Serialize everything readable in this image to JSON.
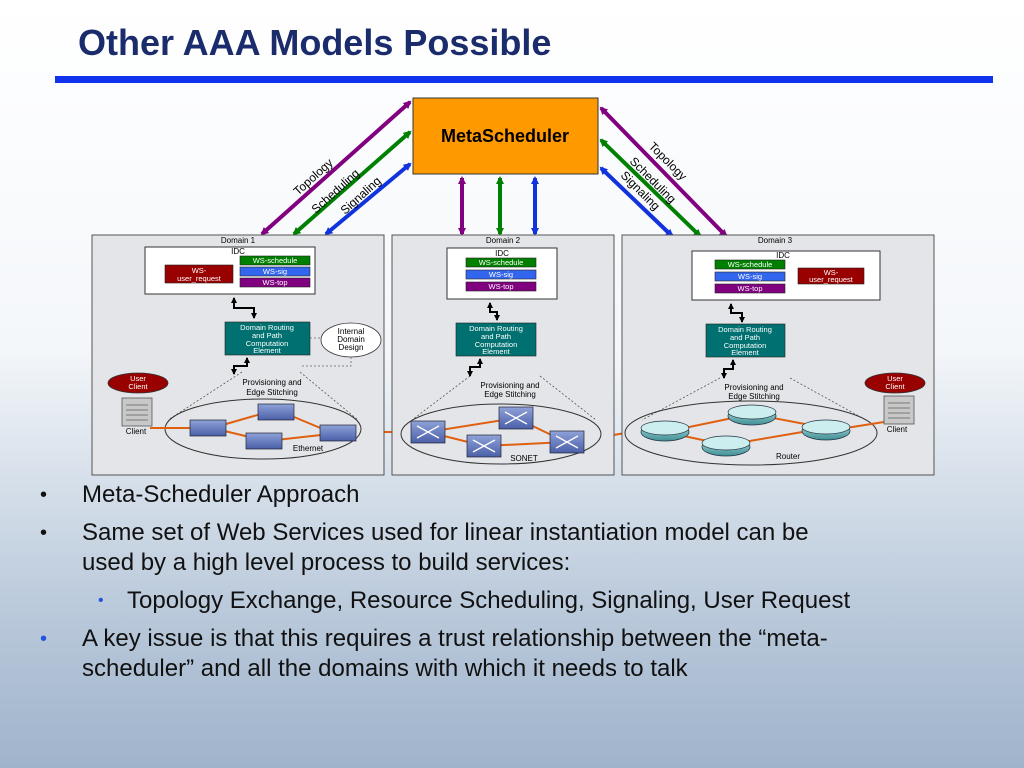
{
  "title": "Other AAA Models Possible",
  "diagram": {
    "metascheduler": "MetaScheduler",
    "left_labels": [
      "Topology",
      "Scheduling",
      "Signaling"
    ],
    "right_labels": [
      "Topology",
      "Scheduling",
      "Signaling"
    ],
    "domains": [
      {
        "name": "Domain 1",
        "idc": "IDC",
        "ws_schedule": "WS-schedule",
        "ws_sig": "WS-sig",
        "ws_top": "WS-top",
        "user_request_1": "WS-",
        "user_request_2": "user_request",
        "routing": [
          "Domain Routing",
          "and Path",
          "Computation",
          "Element"
        ],
        "provisioning": [
          "Provisioning and",
          "Edge Stitching"
        ],
        "internal": [
          "Internal",
          "Domain",
          "Design"
        ],
        "user_client": [
          "User",
          "Client"
        ],
        "client": "Client",
        "network": "Ethernet"
      },
      {
        "name": "Domain 2",
        "idc": "IDC",
        "ws_schedule": "WS-schedule",
        "ws_sig": "WS-sig",
        "ws_top": "WS-top",
        "routing": [
          "Domain Routing",
          "and Path",
          "Computation",
          "Element"
        ],
        "provisioning": [
          "Provisioning and",
          "Edge Stitching"
        ],
        "network": "SONET"
      },
      {
        "name": "Domain 3",
        "idc": "IDC",
        "ws_schedule": "WS-schedule",
        "ws_sig": "WS-sig",
        "ws_top": "WS-top",
        "user_request_1": "WS-",
        "user_request_2": "user_request",
        "routing": [
          "Domain Routing",
          "and Path",
          "Computation",
          "Element"
        ],
        "provisioning": [
          "Provisioning and",
          "Edge Stitching"
        ],
        "user_client": [
          "User",
          "Client"
        ],
        "client": "Client",
        "network": "Router"
      }
    ]
  },
  "bullets": [
    {
      "level": 1,
      "text": "Meta-Scheduler Approach"
    },
    {
      "level": 1,
      "lines": [
        "Same set of Web Services used for linear instantiation model can be",
        "used by a high level process to  build services:"
      ]
    },
    {
      "level": 2,
      "text": "Topology Exchange, Resource Scheduling, Signaling, User Request"
    },
    {
      "level": 1,
      "lines": [
        "A key issue is that this requires a trust relationship between the “meta-",
        "scheduler” and all the domains with which it needs to talk"
      ]
    }
  ],
  "colors": {
    "title": "#1a2c6b",
    "title_rule": "#1133ee",
    "metascheduler_fill": "#ff9900",
    "ws_schedule": "#008000",
    "ws_sig": "#3366ee",
    "ws_top": "#800080",
    "ws_user_request": "#990000",
    "routing_element": "#007070",
    "topology_arrow": "#800080",
    "scheduling_arrow": "#008000",
    "signaling_arrow": "#1133dd"
  }
}
